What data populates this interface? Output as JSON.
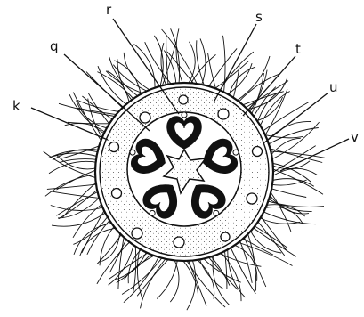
{
  "figure": {
    "labels": {
      "k": "k",
      "q": "q",
      "r": "r",
      "s": "s",
      "t": "t",
      "u": "u",
      "v": "v"
    }
  }
}
